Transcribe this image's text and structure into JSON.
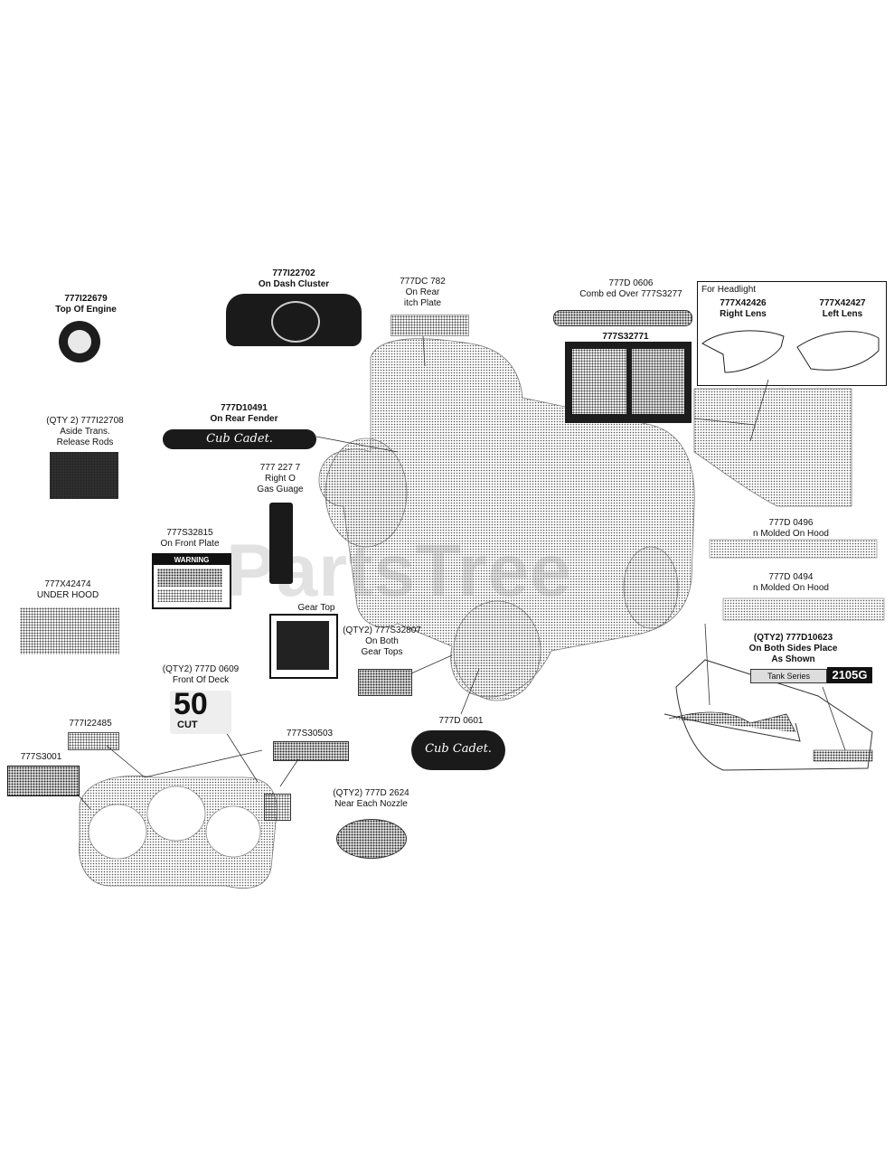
{
  "watermark": "PartsTree",
  "labels": {
    "top_engine": {
      "part": "777I22679",
      "desc": "Top Of Engine"
    },
    "dash_cluster": {
      "part": "777I22702",
      "desc": "On Dash Cluster"
    },
    "rear_hitch": {
      "part": "777DC 782",
      "desc1": "On Rear",
      "desc2": "itch Plate"
    },
    "combined": {
      "part": "777D 0606",
      "desc": "Comb ed Over 777S3277"
    },
    "s32771": {
      "part": "777S32771"
    },
    "headlight": {
      "title": "For Headlight",
      "right_part": "777X42426",
      "right_desc": "Right Lens",
      "left_part": "777X42427",
      "left_desc": "Left Lens"
    },
    "rear_fender": {
      "part": "777D10491",
      "desc": "On Rear Fender"
    },
    "aside_trans": {
      "qty": "(QTY 2) 777I22708",
      "desc1": "Aside Trans.",
      "desc2": "Release Rods"
    },
    "gas_gauge": {
      "part": "777 227 7",
      "desc1": "Right O",
      "desc2": "Gas Guage"
    },
    "front_plate": {
      "part": "777S32815",
      "desc": "On Front Plate"
    },
    "under_hood": {
      "part": "777X42474",
      "desc": "UNDER HOOD"
    },
    "molded_hood_1": {
      "part": "777D 0496",
      "desc": "n Molded On Hood"
    },
    "molded_hood_2": {
      "part": "777D 0494",
      "desc": "n Molded On Hood"
    },
    "gear_top": {
      "desc": "Gear Top"
    },
    "gear_tops": {
      "qty": "(QTY2) 777S32807",
      "desc1": "On Both",
      "desc2": "Gear Tops"
    },
    "front_deck": {
      "qty": "(QTY2) 777D 0609",
      "desc": "Front Of Deck"
    },
    "both_sides": {
      "qty": "(QTY2) 777D10623",
      "desc1": "On Both Sides Place",
      "desc2": "As Shown"
    },
    "i22485": {
      "part": "777I22485"
    },
    "s30016": {
      "part": "777S3001"
    },
    "s30503": {
      "part": "777S30503"
    },
    "d10601": {
      "part": "777D 0601"
    },
    "nozzle": {
      "qty": "(QTY2) 777D 2624",
      "desc": "Near Each Nozzle"
    }
  },
  "decal_text": {
    "cub_cadet": "Cub Cadet.",
    "cut_50": "50",
    "cut_word": "CUT",
    "warning": "WARNING",
    "tank_model": "2105G",
    "tank_series": "Tank Series"
  }
}
